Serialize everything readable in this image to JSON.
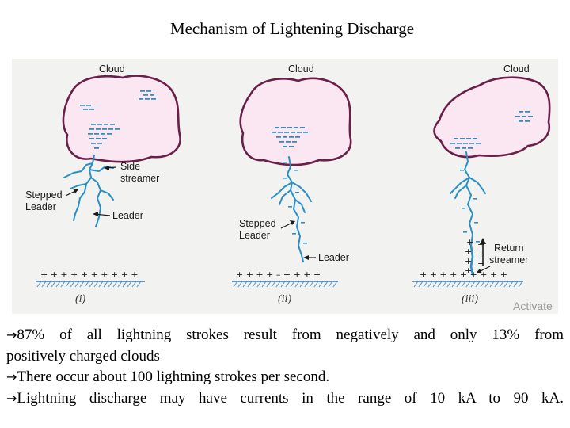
{
  "title": "Mechanism of Lightening Discharge",
  "figure": {
    "cloud_label": "Cloud",
    "panel_1": {
      "caption": "(i)",
      "side_streamer_l1": "Side",
      "side_streamer_l2": "streamer",
      "stepped_l1": "Stepped",
      "stepped_l2": "Leader",
      "leader": "Leader",
      "ground_charges": "+ + + + + + + + + +"
    },
    "panel_2": {
      "caption": "(ii)",
      "stepped_l1": "Stepped",
      "stepped_l2": "Leader",
      "leader": "Leader",
      "ground_charges": "+ + + + – + + + +"
    },
    "panel_3": {
      "caption": "(iii)",
      "return_l1": "Return",
      "return_l2": "streamer",
      "ground_charges": "+ + + + + + + + +"
    },
    "watermark": "Activate"
  },
  "bullets": {
    "arrow_glyph": "→",
    "b1_line1": "87% of all lightning strokes result from negatively and only 13% from",
    "b1_line2": "positively charged clouds",
    "b2": "There occur about 100 lightning strokes per second.",
    "b3": "Lightning discharge may have currents in the range of 10 kA to 90 kA."
  },
  "colors": {
    "cloud_outline": "#6a1e48",
    "cloud_fill": "#fbe7f1",
    "lightning": "#2a8fc5",
    "figure_background": "#f2f2f0"
  }
}
